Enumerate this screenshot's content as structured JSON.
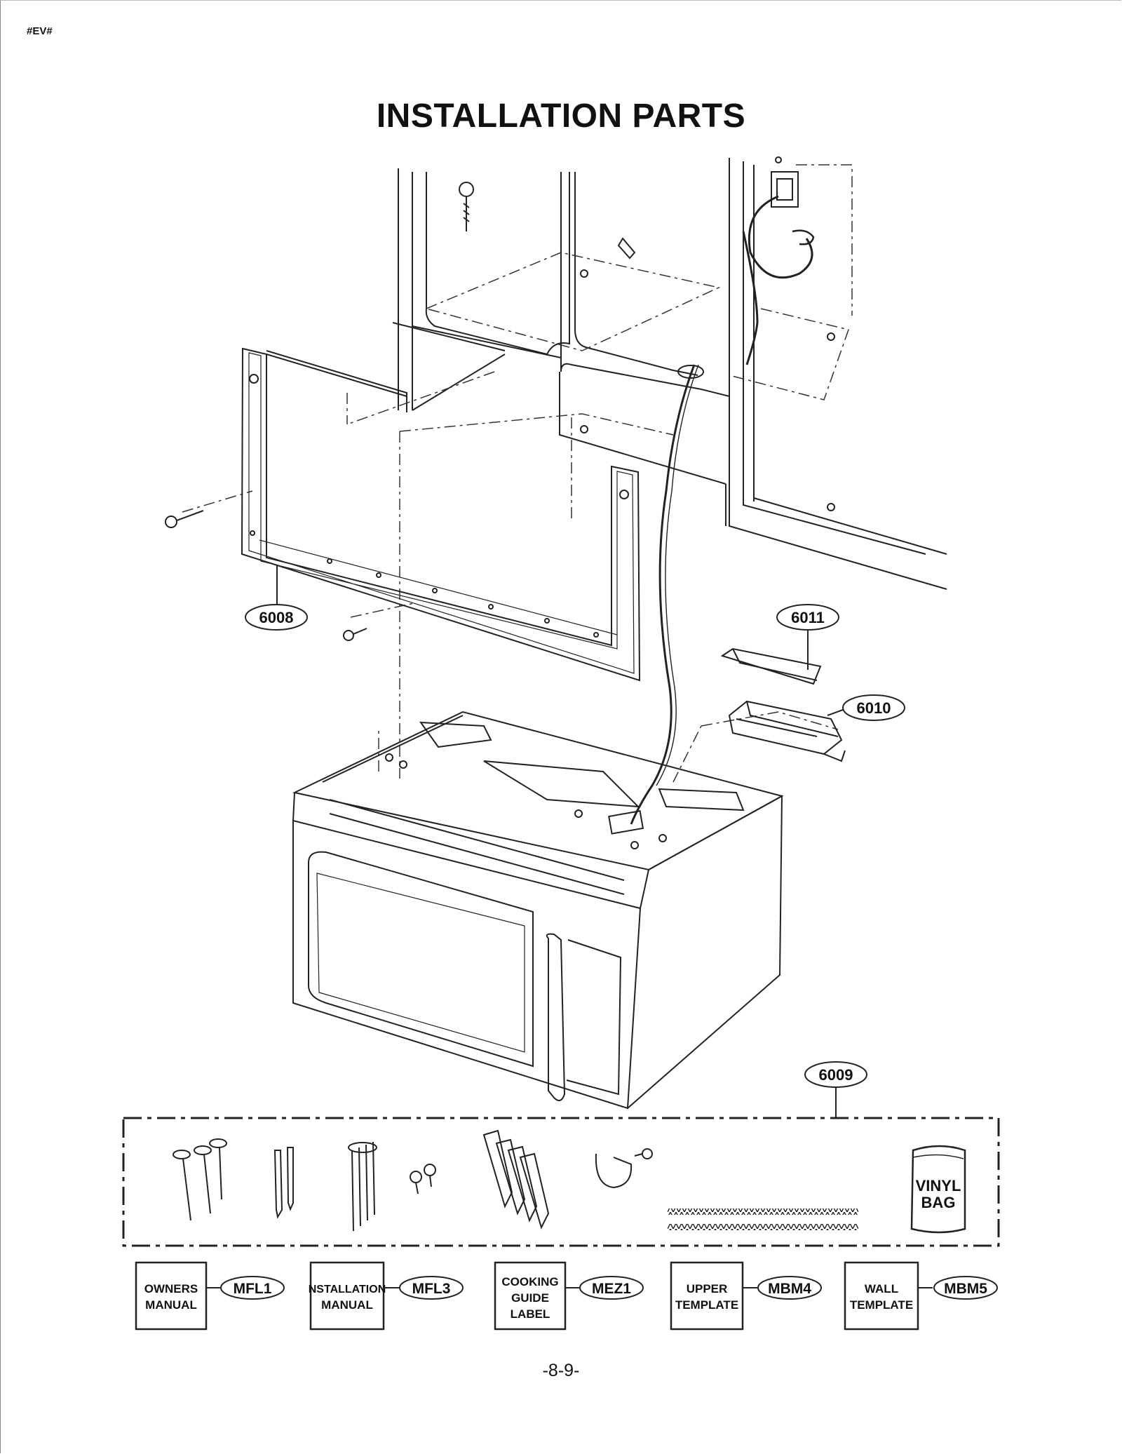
{
  "header": {
    "doc_code": "#EV#"
  },
  "title": "INSTALLATION PARTS",
  "callouts": [
    {
      "id": "bracket",
      "label": "6008"
    },
    {
      "id": "filter",
      "label": "6011"
    },
    {
      "id": "filter-box",
      "label": "6010"
    },
    {
      "id": "kit",
      "label": "6009"
    }
  ],
  "kit_items": {
    "vinyl_bag_line1": "VINYL",
    "vinyl_bag_line2": "BAG"
  },
  "documents": [
    {
      "lines": [
        "OWNERS",
        "MANUAL"
      ],
      "code": "MFL1"
    },
    {
      "lines": [
        "NSTALLATION",
        "MANUAL"
      ],
      "code": "MFL3"
    },
    {
      "lines": [
        "COOKING",
        "GUIDE",
        "LABEL"
      ],
      "code": "MEZ1"
    },
    {
      "lines": [
        "UPPER",
        "TEMPLATE"
      ],
      "code": "MBM4"
    },
    {
      "lines": [
        "WALL",
        "TEMPLATE"
      ],
      "code": "MBM5"
    }
  ],
  "footer": {
    "page_number": "-8-9-"
  }
}
